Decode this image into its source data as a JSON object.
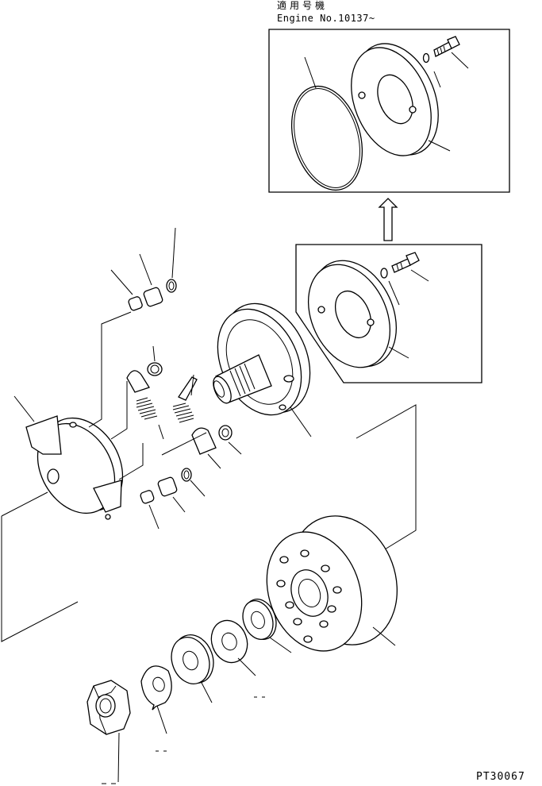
{
  "header": {
    "applicable_label": "適用号機",
    "engine_number": "Engine No.10137~"
  },
  "figure": {
    "code": "PT30067"
  },
  "colors": {
    "line": "#000000",
    "background": "#ffffff"
  }
}
